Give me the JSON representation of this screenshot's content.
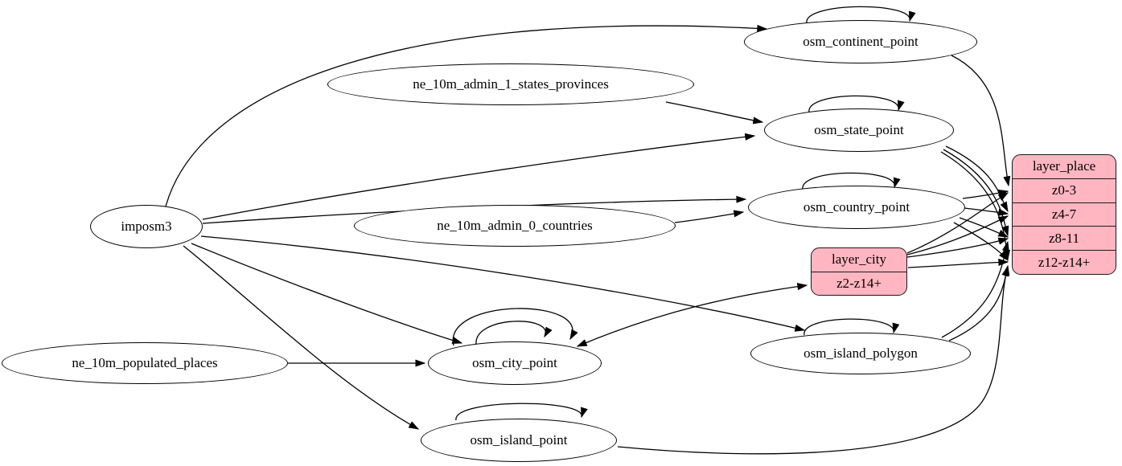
{
  "diagram": {
    "type": "etl-graph",
    "colors": {
      "record_fill": "#ffb6c1",
      "node_fill": "#ffffff",
      "stroke": "#000000"
    },
    "nodes": {
      "imposm3": {
        "label": "imposm3"
      },
      "ne_10m_admin_1_states_provinces": {
        "label": "ne_10m_admin_1_states_provinces"
      },
      "ne_10m_admin_0_countries": {
        "label": "ne_10m_admin_0_countries"
      },
      "ne_10m_populated_places": {
        "label": "ne_10m_populated_places"
      },
      "osm_continent_point": {
        "label": "osm_continent_point"
      },
      "osm_state_point": {
        "label": "osm_state_point"
      },
      "osm_country_point": {
        "label": "osm_country_point"
      },
      "osm_city_point": {
        "label": "osm_city_point"
      },
      "osm_island_polygon": {
        "label": "osm_island_polygon"
      },
      "osm_island_point": {
        "label": "osm_island_point"
      },
      "layer_city": {
        "title": "layer_city",
        "rows": [
          "z2-z14+"
        ]
      },
      "layer_place": {
        "title": "layer_place",
        "rows": [
          "z0-3",
          "z4-7",
          "z8-11",
          "z12-z14+"
        ]
      }
    },
    "edges": [
      {
        "from": "imposm3",
        "to": "osm_continent_point"
      },
      {
        "from": "imposm3",
        "to": "osm_state_point"
      },
      {
        "from": "imposm3",
        "to": "osm_country_point"
      },
      {
        "from": "imposm3",
        "to": "osm_city_point"
      },
      {
        "from": "imposm3",
        "to": "osm_island_polygon"
      },
      {
        "from": "imposm3",
        "to": "osm_island_point"
      },
      {
        "from": "ne_10m_admin_1_states_provinces",
        "to": "osm_state_point"
      },
      {
        "from": "ne_10m_admin_0_countries",
        "to": "osm_country_point"
      },
      {
        "from": "ne_10m_populated_places",
        "to": "osm_city_point"
      },
      {
        "from": "osm_continent_point",
        "to": "osm_continent_point",
        "self": true
      },
      {
        "from": "osm_state_point",
        "to": "osm_state_point",
        "self": true
      },
      {
        "from": "osm_country_point",
        "to": "osm_country_point",
        "self": true
      },
      {
        "from": "osm_city_point",
        "to": "osm_city_point",
        "self": true
      },
      {
        "from": "osm_city_point",
        "to": "osm_city_point",
        "self": true
      },
      {
        "from": "osm_island_polygon",
        "to": "osm_island_polygon",
        "self": true
      },
      {
        "from": "osm_island_point",
        "to": "osm_island_point",
        "self": true
      },
      {
        "from": "osm_continent_point",
        "to": "layer_place:z0-3"
      },
      {
        "from": "osm_state_point",
        "to": "layer_place:z4-7"
      },
      {
        "from": "osm_state_point",
        "to": "layer_place:z8-11"
      },
      {
        "from": "osm_state_point",
        "to": "layer_place:z12-z14+"
      },
      {
        "from": "osm_country_point",
        "to": "layer_place:z0-3"
      },
      {
        "from": "osm_country_point",
        "to": "layer_place:z4-7"
      },
      {
        "from": "osm_country_point",
        "to": "layer_place:z8-11"
      },
      {
        "from": "osm_country_point",
        "to": "layer_place:z12-z14+"
      },
      {
        "from": "osm_city_point",
        "to": "layer_city:z2-z14+",
        "bidirectional": true
      },
      {
        "from": "layer_city",
        "to": "layer_place:z0-3"
      },
      {
        "from": "layer_city",
        "to": "layer_place:z4-7"
      },
      {
        "from": "layer_city",
        "to": "layer_place:z8-11"
      },
      {
        "from": "layer_city",
        "to": "layer_place:z12-z14+"
      },
      {
        "from": "osm_island_polygon",
        "to": "layer_place:z8-11"
      },
      {
        "from": "osm_island_polygon",
        "to": "layer_place:z12-z14+"
      },
      {
        "from": "osm_island_point",
        "to": "layer_place:z12-z14+"
      }
    ]
  }
}
